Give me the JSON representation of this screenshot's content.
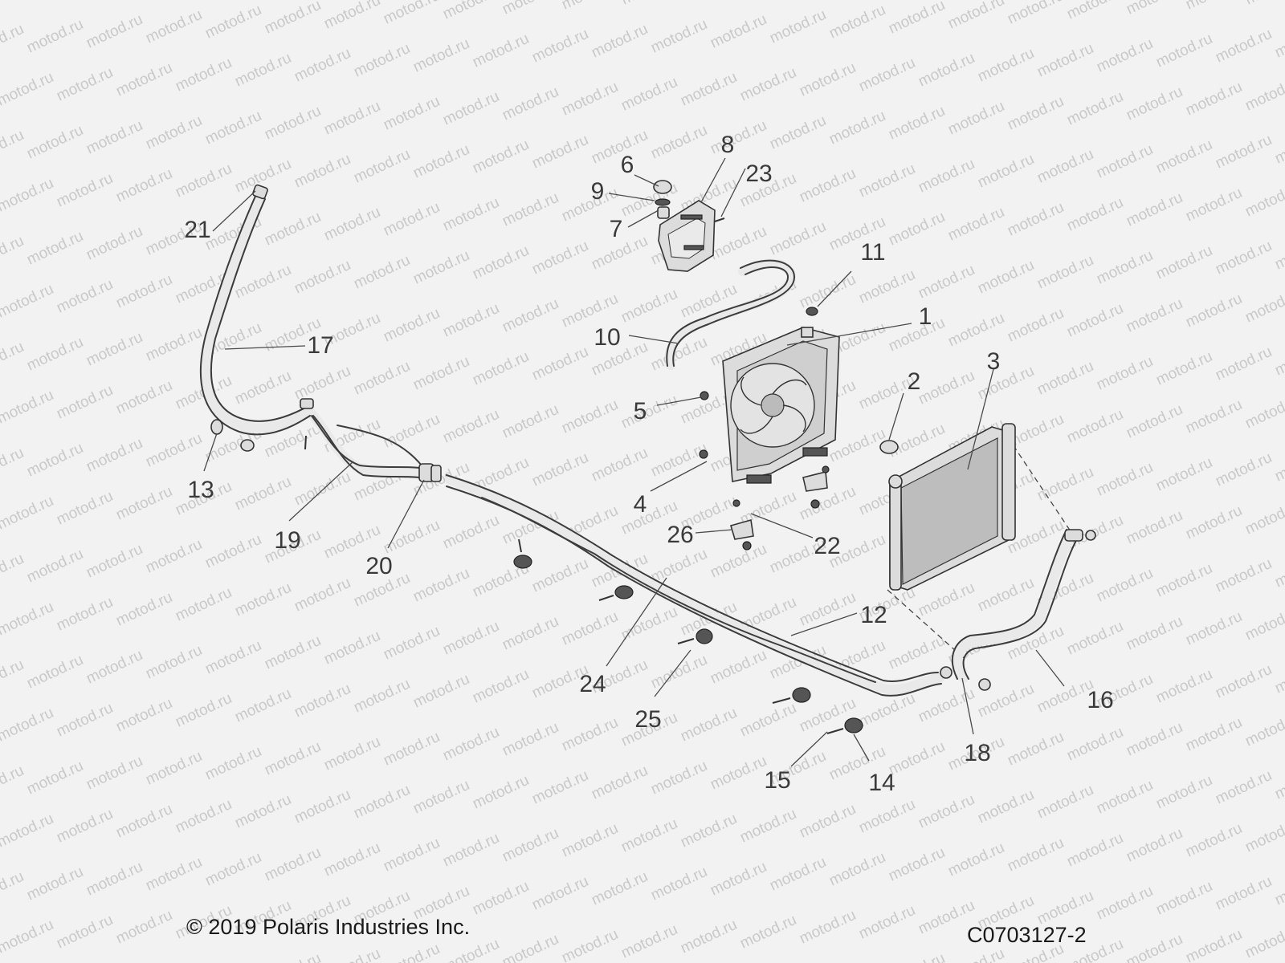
{
  "footer": {
    "copyright": "© 2019 Polaris Industries Inc.",
    "drawing_code": "C0703127-2"
  },
  "watermark": "motod.ru",
  "callouts": [
    "1",
    "2",
    "3",
    "4",
    "5",
    "6",
    "7",
    "8",
    "9",
    "10",
    "11",
    "12",
    "13",
    "14",
    "15",
    "16",
    "17",
    "18",
    "19",
    "20",
    "21",
    "22",
    "23",
    "24",
    "25",
    "26"
  ],
  "colors": {
    "background": "#f2f2f2",
    "line": "#3c3c3c",
    "callout_text": "#3a3a3a",
    "watermark": "#c9c9c9"
  }
}
